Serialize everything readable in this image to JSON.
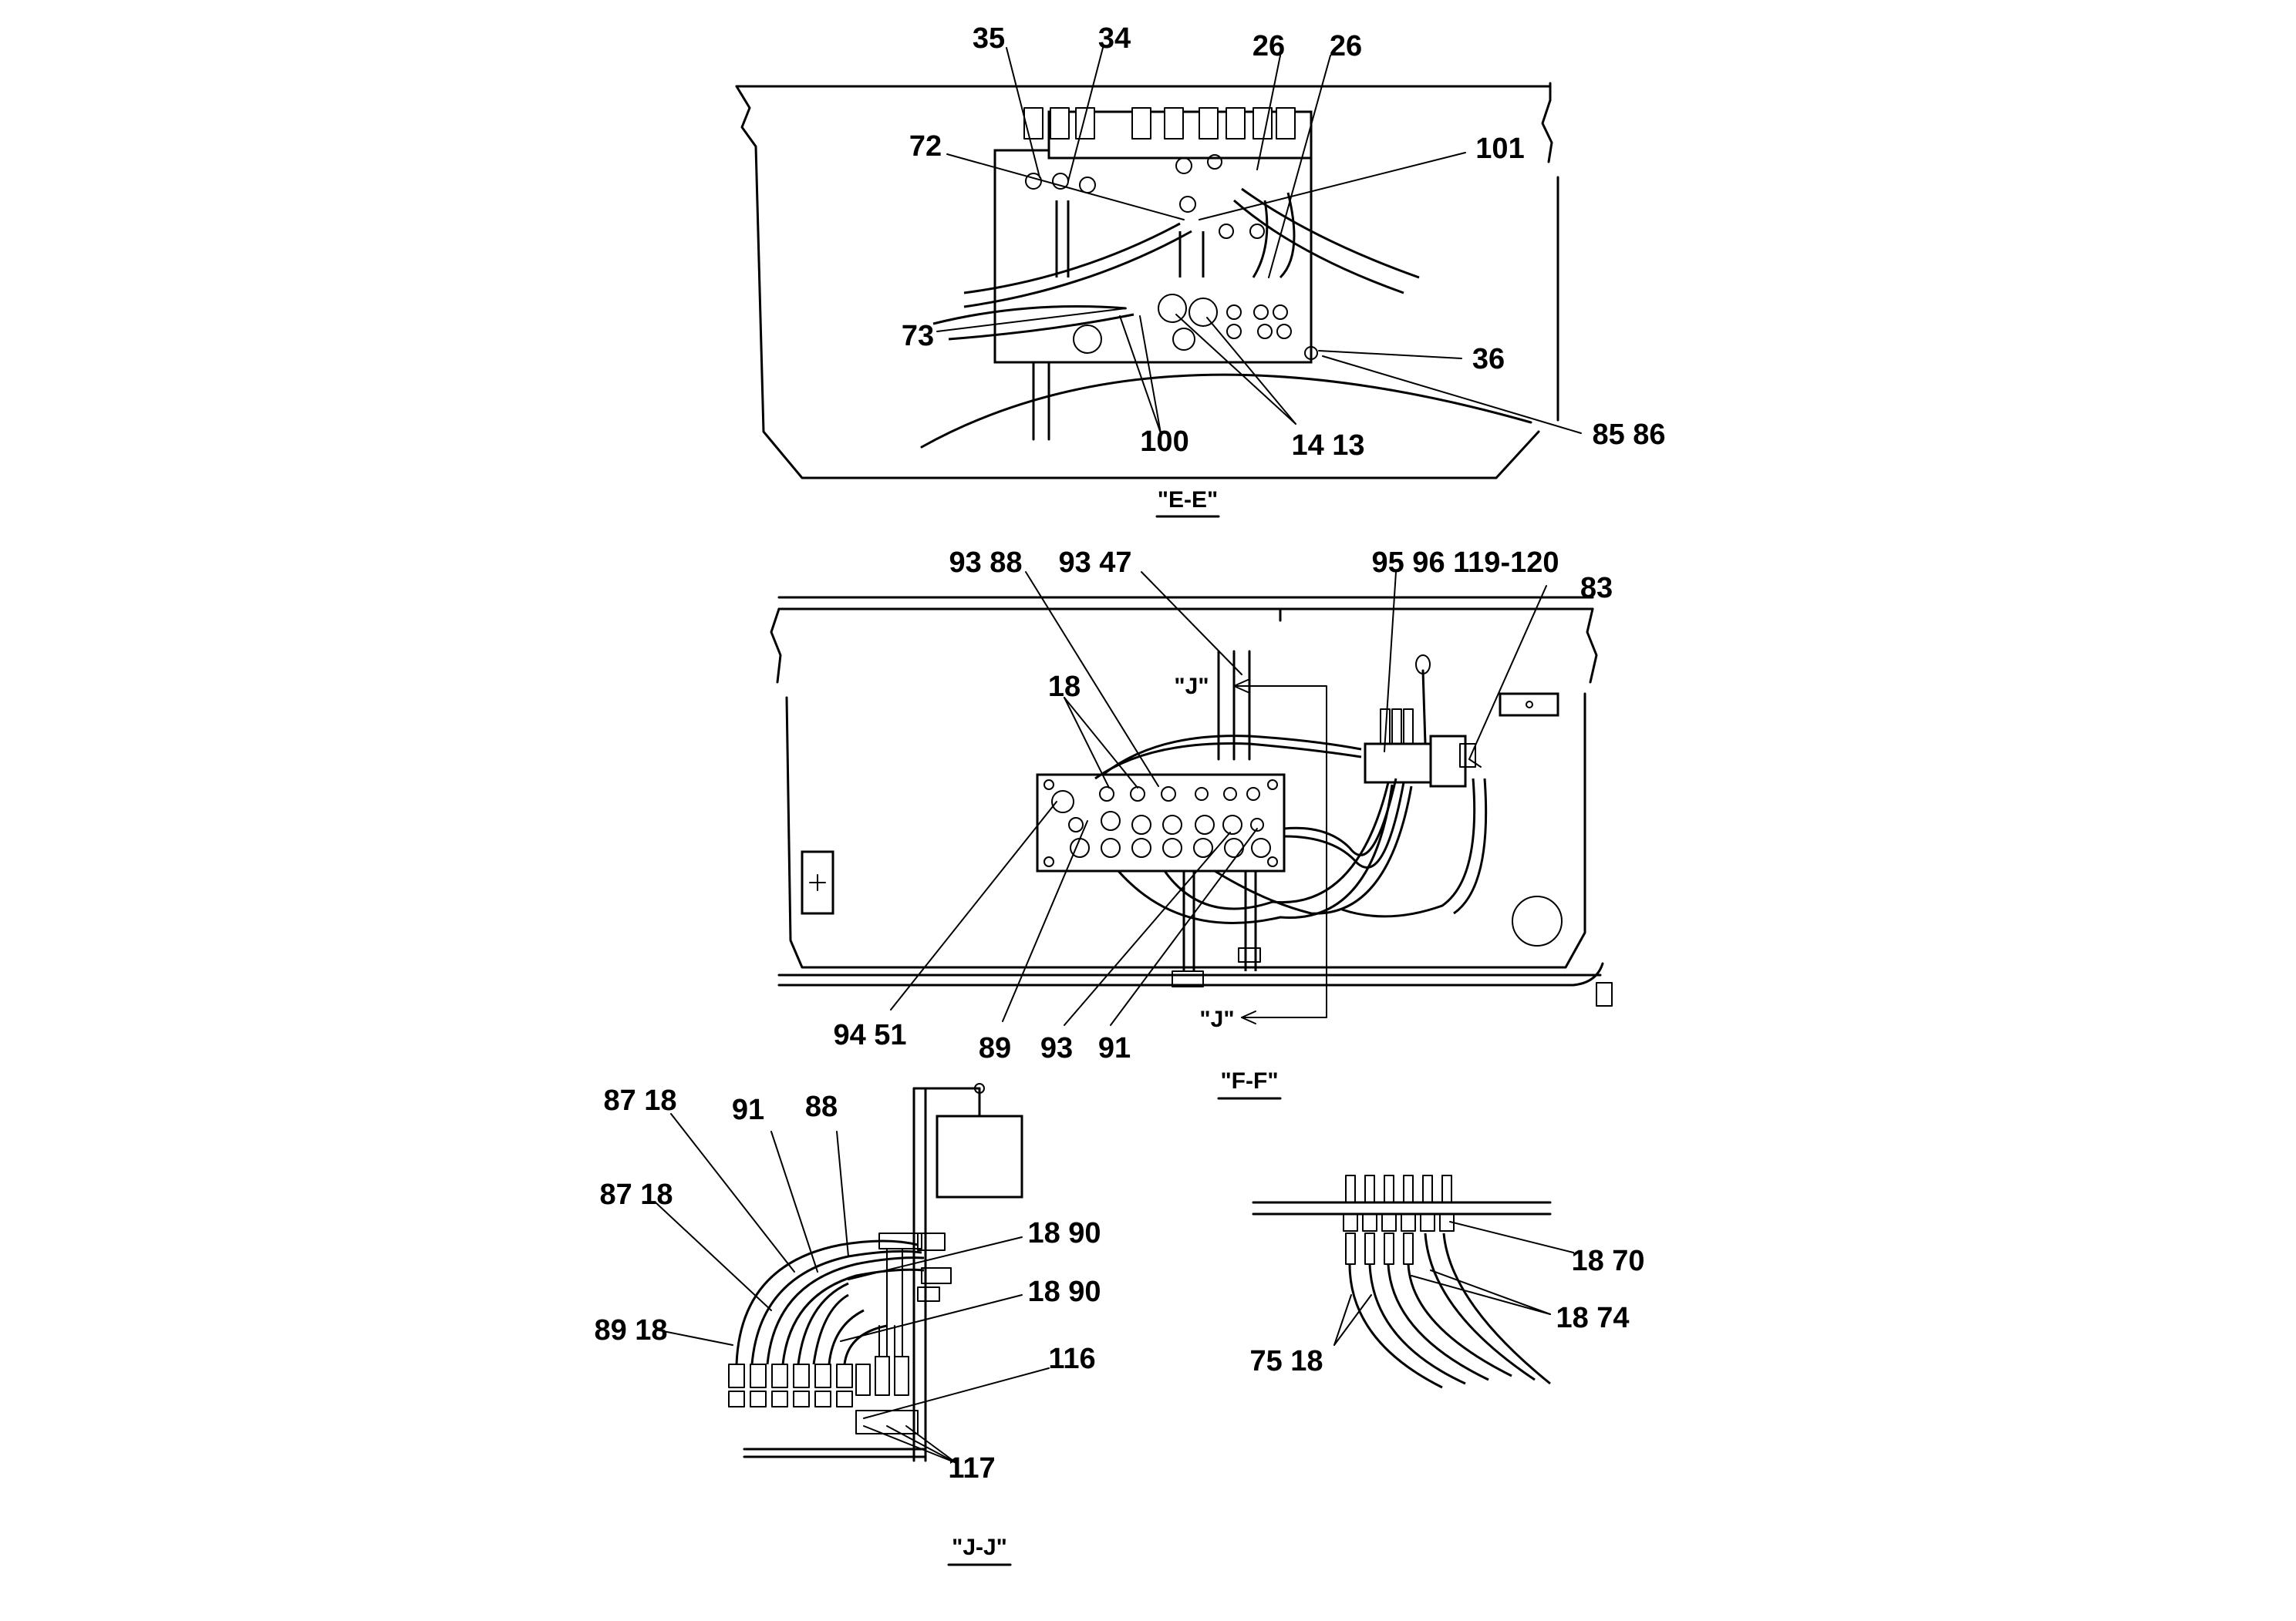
{
  "views": {
    "ee": {
      "section_label": "\"E-E\"",
      "callouts": [
        "35",
        "34",
        "26",
        "26",
        "72",
        "101",
        "73",
        "36",
        "100",
        "14 13",
        "85 86"
      ]
    },
    "ff": {
      "section_label": "\"F-F\"",
      "section_marker": "\"J\"",
      "callouts": [
        "93 88",
        "93 47",
        "95 96 119-120",
        "83",
        "18",
        "94 51",
        "89",
        "93",
        "91"
      ]
    },
    "jj": {
      "section_label": "\"J-J\"",
      "callouts": [
        "87 18",
        "91",
        "88",
        "87 18",
        "18 90",
        "18 90",
        "89 18",
        "116",
        "117"
      ]
    },
    "detail": {
      "callouts": [
        "18 70",
        "18 74",
        "75 18"
      ]
    }
  }
}
